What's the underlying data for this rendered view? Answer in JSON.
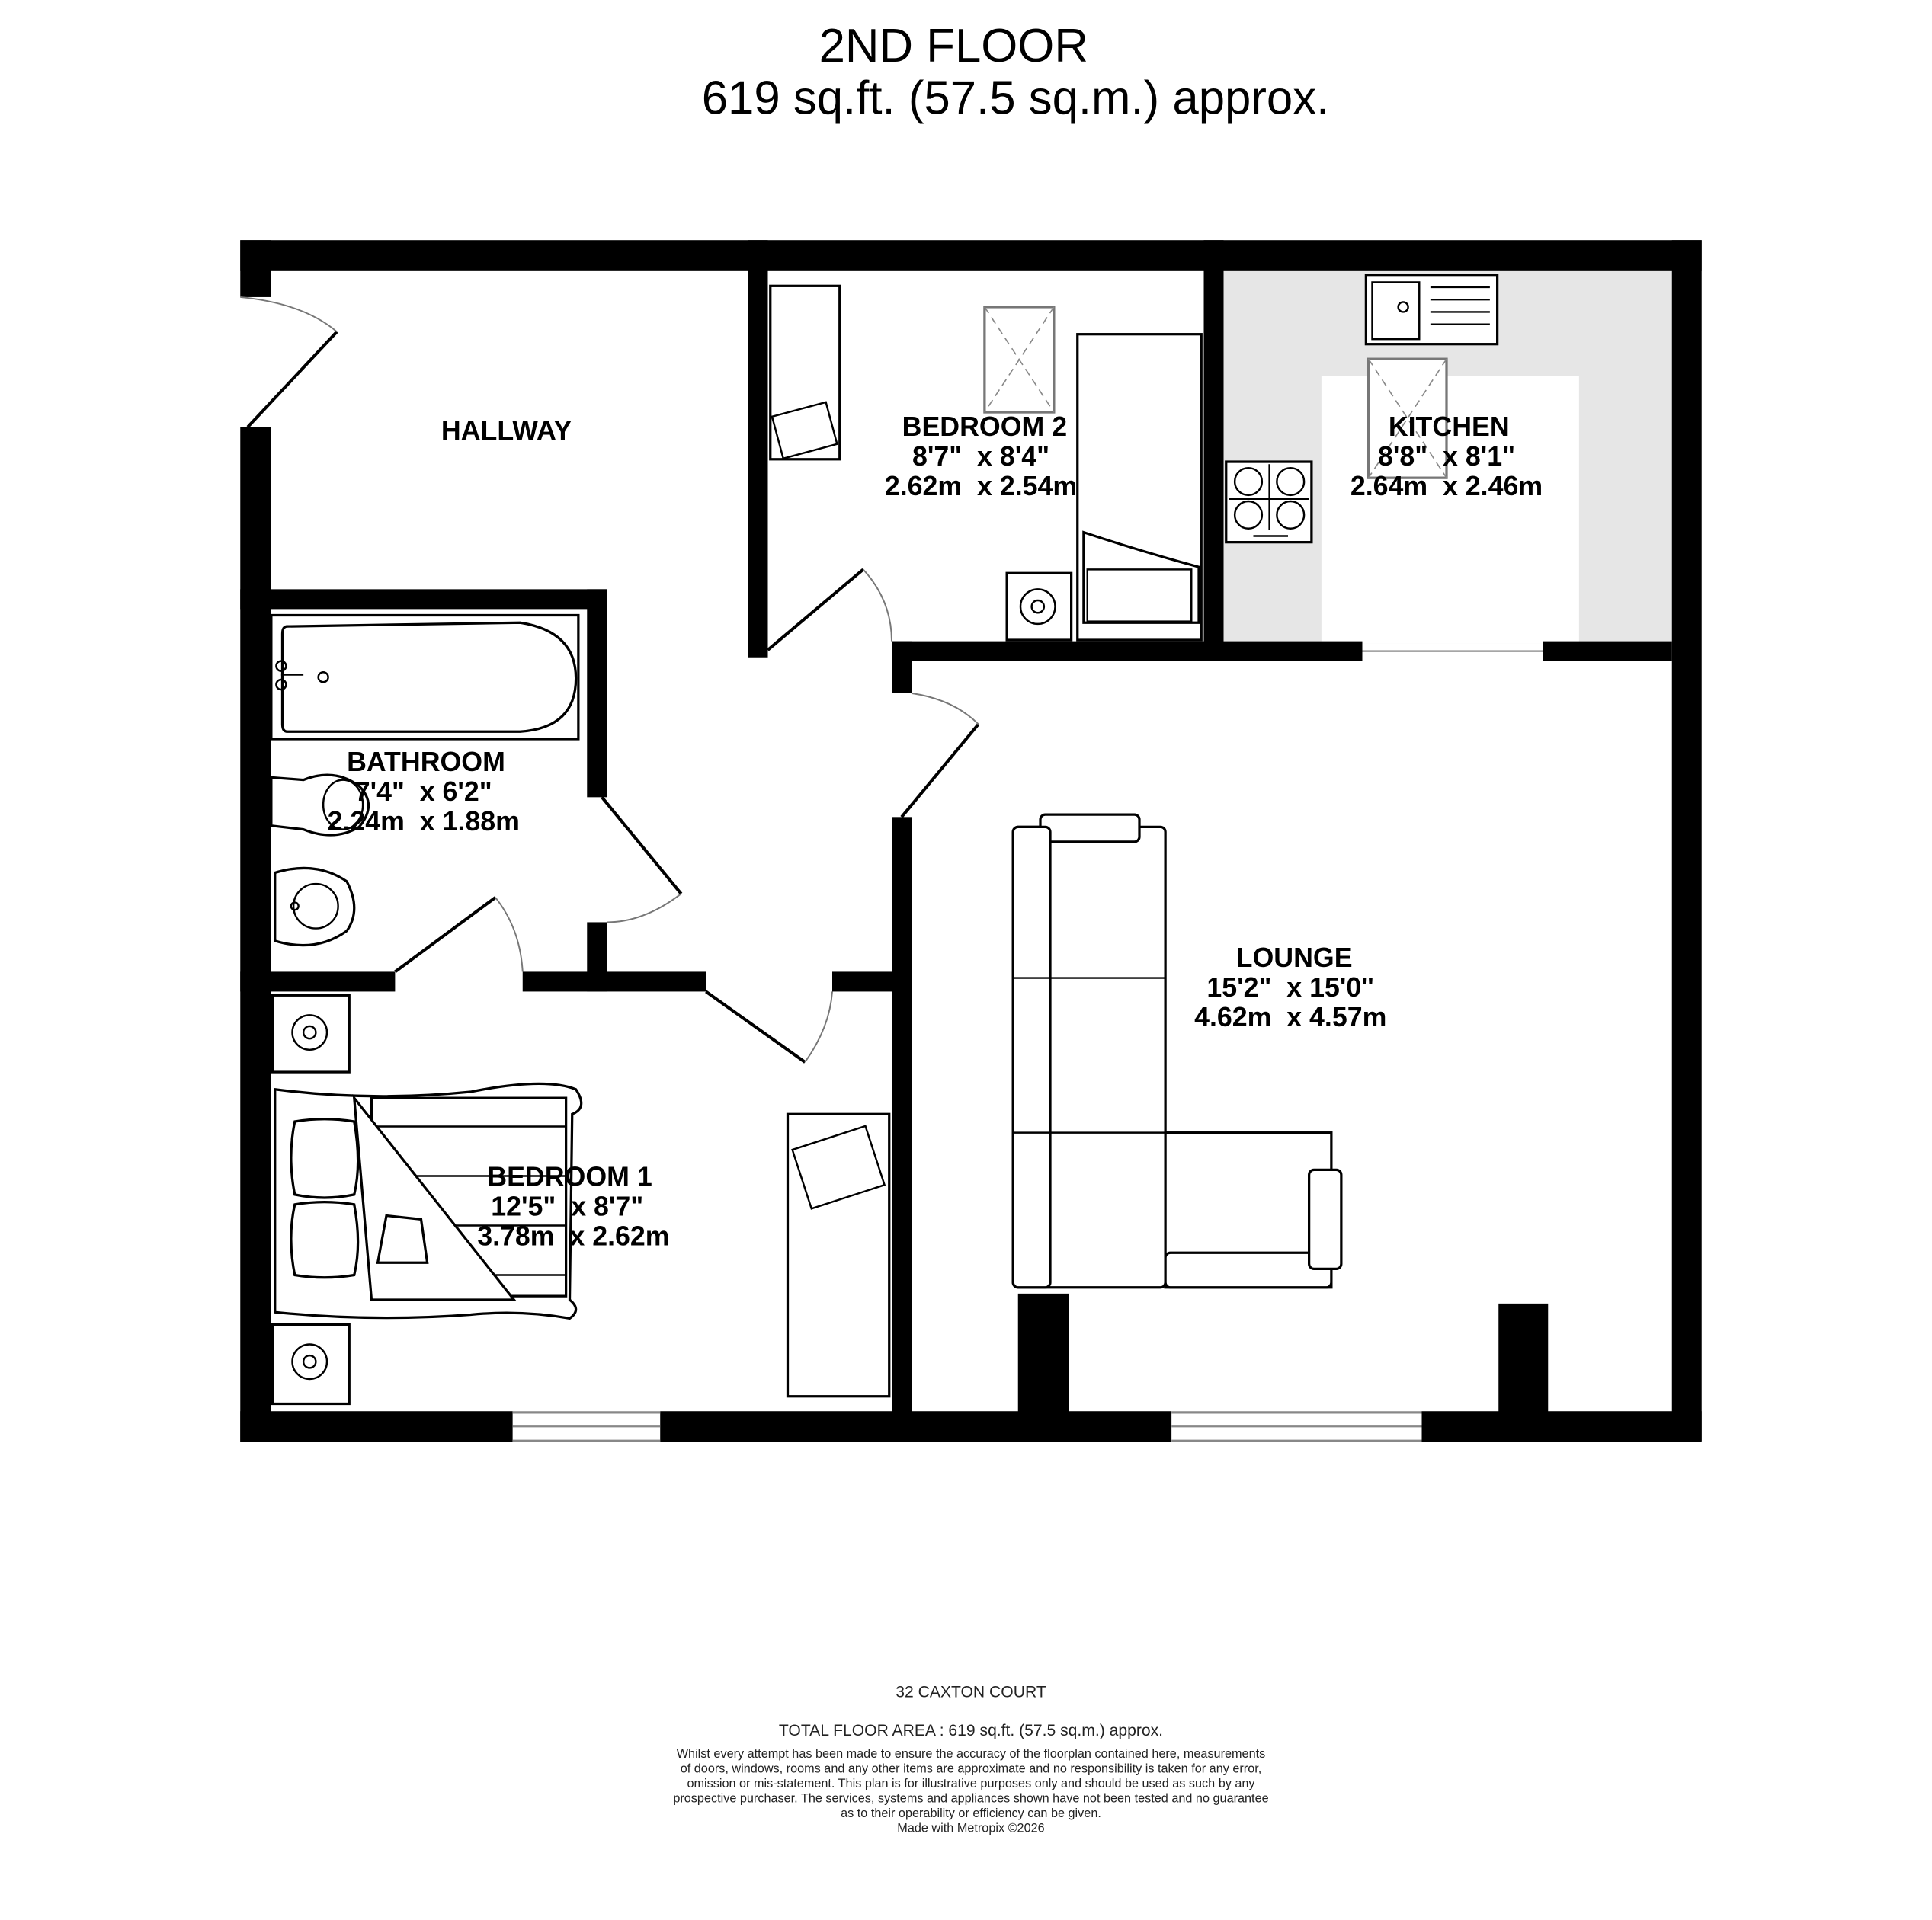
{
  "header": {
    "floor_title": "2ND FLOOR",
    "floor_area": "619 sq.ft. (57.5 sq.m.) approx."
  },
  "rooms": {
    "hallway": {
      "name": "HALLWAY"
    },
    "bedroom2": {
      "name": "BEDROOM 2",
      "imperial": "8'7\"  x 8'4\"",
      "metric": "2.62m  x 2.54m"
    },
    "kitchen": {
      "name": "KITCHEN",
      "imperial": "8'8\"  x 8'1\"",
      "metric": "2.64m  x 2.46m"
    },
    "bathroom": {
      "name": "BATHROOM",
      "imperial": "7'4\"  x 6'2\"",
      "metric": "2.24m  x 1.88m"
    },
    "lounge": {
      "name": "LOUNGE",
      "imperial": "15'2\"  x 15'0\"",
      "metric": "4.62m  x 4.57m"
    },
    "bedroom1": {
      "name": "BEDROOM 1",
      "imperial": "12'5\"  x 8'7\"",
      "metric": "3.78m  x 2.62m"
    }
  },
  "colors": {
    "wall": "#000000",
    "kitchen_floor": "#e6e6e6",
    "background": "#ffffff",
    "window": "#888888"
  },
  "footer": {
    "address": "32 CAXTON COURT",
    "total_area": "TOTAL FLOOR AREA : 619 sq.ft. (57.5 sq.m.) approx.",
    "disclaimer_lines": [
      "Whilst every attempt has been made to ensure the accuracy of the floorplan contained here, measurements",
      "of doors, windows, rooms and any other items are approximate and no responsibility is taken for any error,",
      "omission or mis-statement. This plan is for illustrative purposes only and should be used as such by any",
      "prospective purchaser. The services, systems and appliances shown have not been tested and no guarantee",
      "as to their operability or efficiency can be given."
    ],
    "credit": "Made with Metropix ©2026"
  }
}
